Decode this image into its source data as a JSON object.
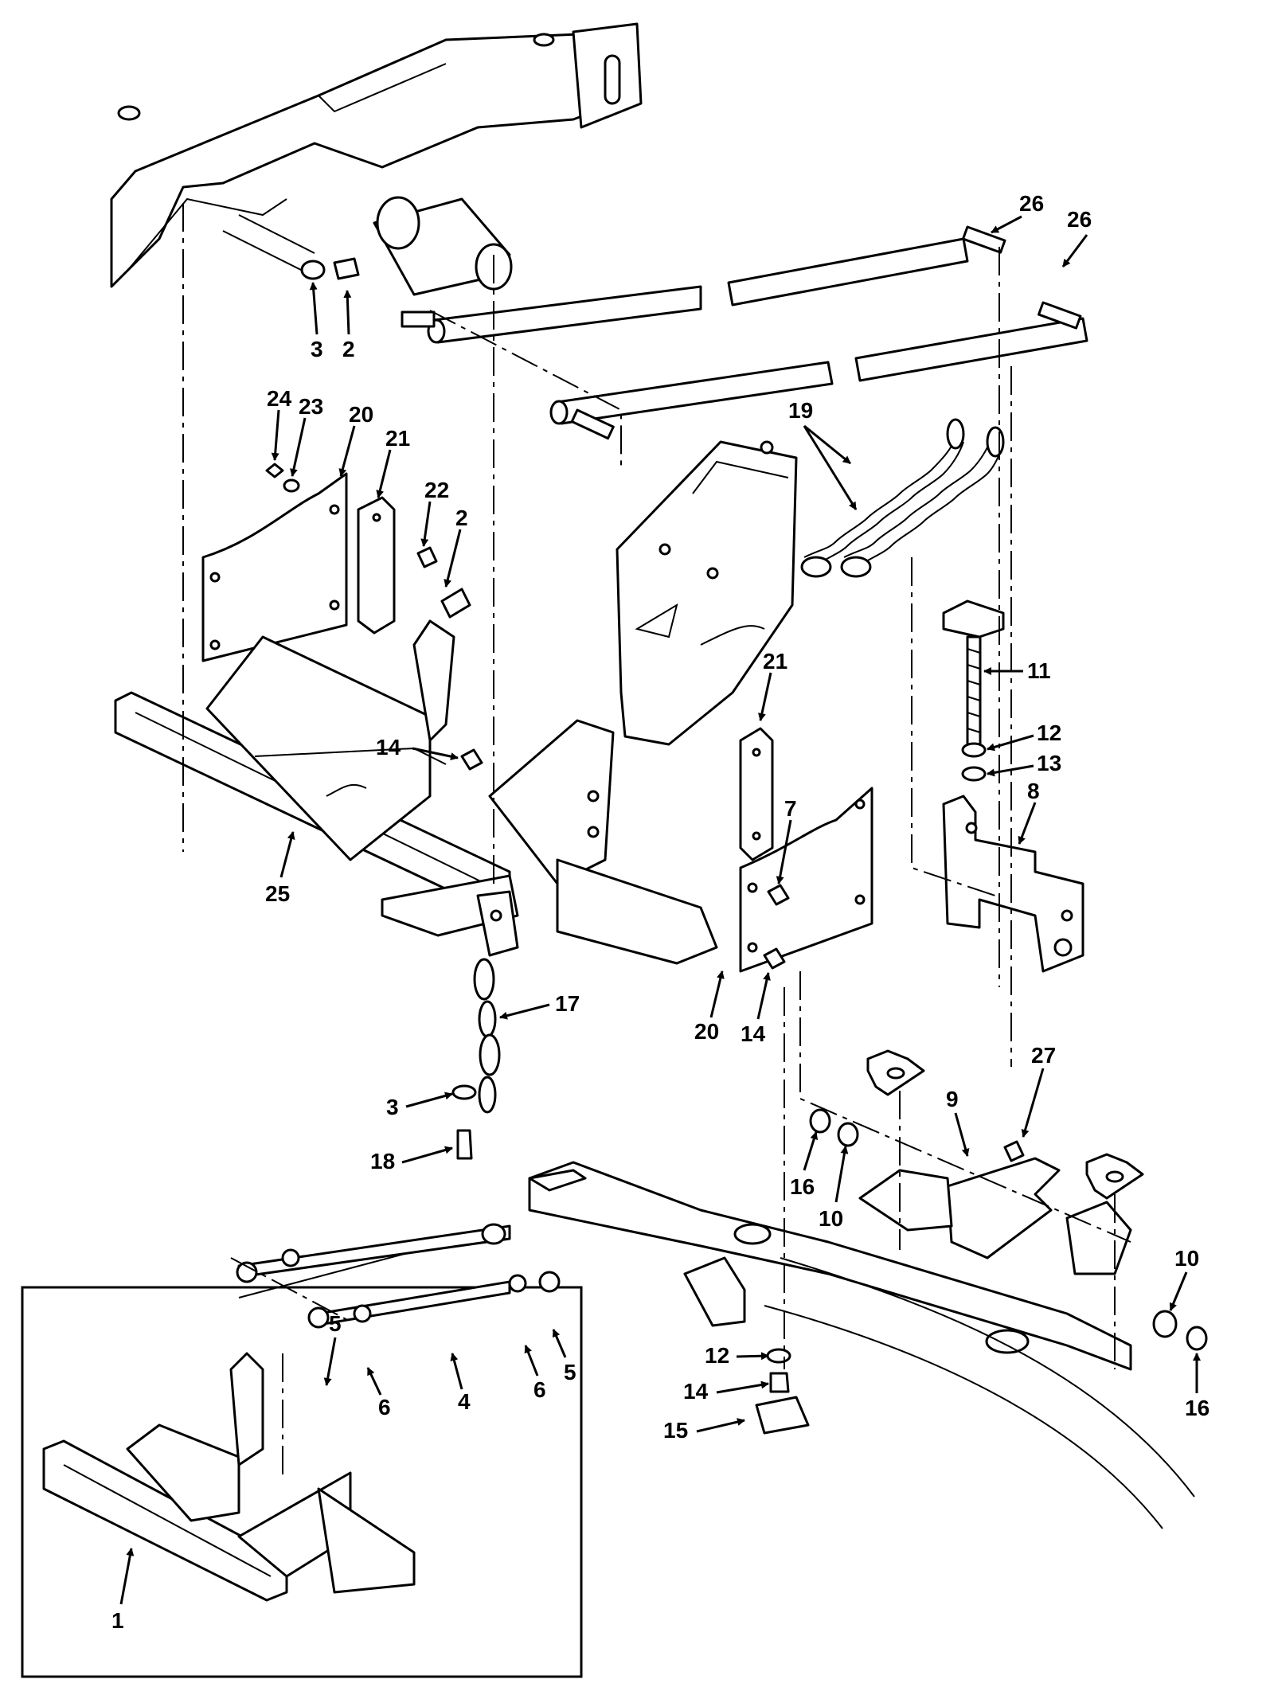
{
  "callouts": {
    "c1": "1",
    "c2a": "2",
    "c2b": "2",
    "c3a": "3",
    "c3b": "3",
    "c4": "4",
    "c5a": "5",
    "c5b": "5",
    "c6a": "6",
    "c6b": "6",
    "c7": "7",
    "c8": "8",
    "c9": "9",
    "c10a": "10",
    "c10b": "10",
    "c11": "11",
    "c12a": "12",
    "c12b": "12",
    "c13": "13",
    "c14a": "14",
    "c14b": "14",
    "c14c": "14",
    "c15": "15",
    "c16a": "16",
    "c16b": "16",
    "c17": "17",
    "c18": "18",
    "c19": "19",
    "c20a": "20",
    "c20b": "20",
    "c21a": "21",
    "c21b": "21",
    "c22": "22",
    "c23": "23",
    "c24": "24",
    "c25": "25",
    "c26a": "26",
    "c26b": "26",
    "c27": "27"
  }
}
